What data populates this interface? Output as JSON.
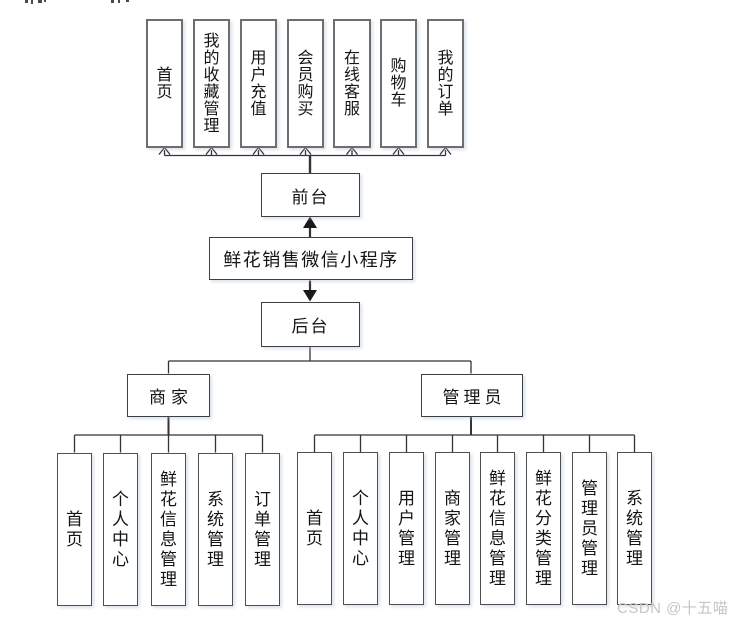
{
  "diagram": {
    "root_title": "鲜花销售微信小程序",
    "front": {
      "label": "前台",
      "modules": [
        "首页",
        "我的收藏管理",
        "用户充值",
        "会员购买",
        "在线客服",
        "购物车",
        "我的订单"
      ]
    },
    "back": {
      "label": "后台",
      "merchant": {
        "label": "商家",
        "modules": [
          "首页",
          "个人中心",
          "鲜花信息管理",
          "系统管理",
          "订单管理"
        ]
      },
      "admin": {
        "label": "管理员",
        "modules": [
          "首页",
          "个人中心",
          "用户管理",
          "商家管理",
          "鲜花信息管理",
          "鲜花分类管理",
          "管理员管理",
          "系统管理"
        ]
      }
    }
  },
  "watermark": "CSDN @十五喵",
  "colors": {
    "line": "#333333",
    "arrow_fill": "#1a1a1a",
    "box_border": "#4f4f4f",
    "watermark": "#c9c5c0"
  }
}
